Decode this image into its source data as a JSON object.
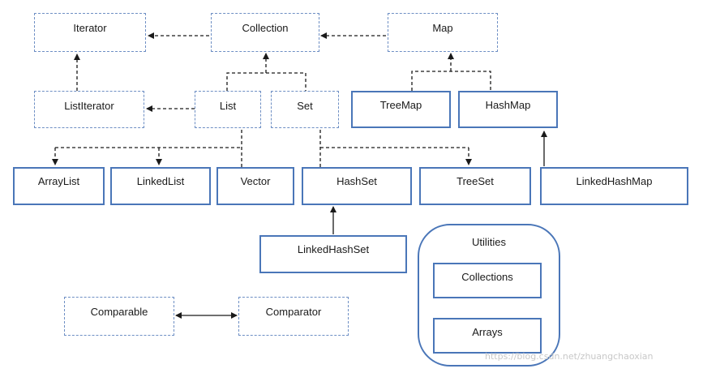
{
  "nodes": {
    "iterator": "Iterator",
    "collection": "Collection",
    "map": "Map",
    "list_iterator": "ListIterator",
    "list": "List",
    "set": "Set",
    "tree_map": "TreeMap",
    "hash_map": "HashMap",
    "array_list": "ArrayList",
    "linked_list": "LinkedList",
    "vector": "Vector",
    "hash_set": "HashSet",
    "tree_set": "TreeSet",
    "linked_hash_map": "LinkedHashMap",
    "linked_hash_set": "LinkedHashSet",
    "comparable": "Comparable",
    "comparator": "Comparator"
  },
  "utilities": {
    "title": "Utilities",
    "collections": "Collections",
    "arrays": "Arrays"
  },
  "watermark": "https://blog.csdn.net/zhuangchaoxian",
  "colors": {
    "line": "#1a1a1a",
    "border": "#4a76b8",
    "dashed_border": "#6e8fc4"
  }
}
